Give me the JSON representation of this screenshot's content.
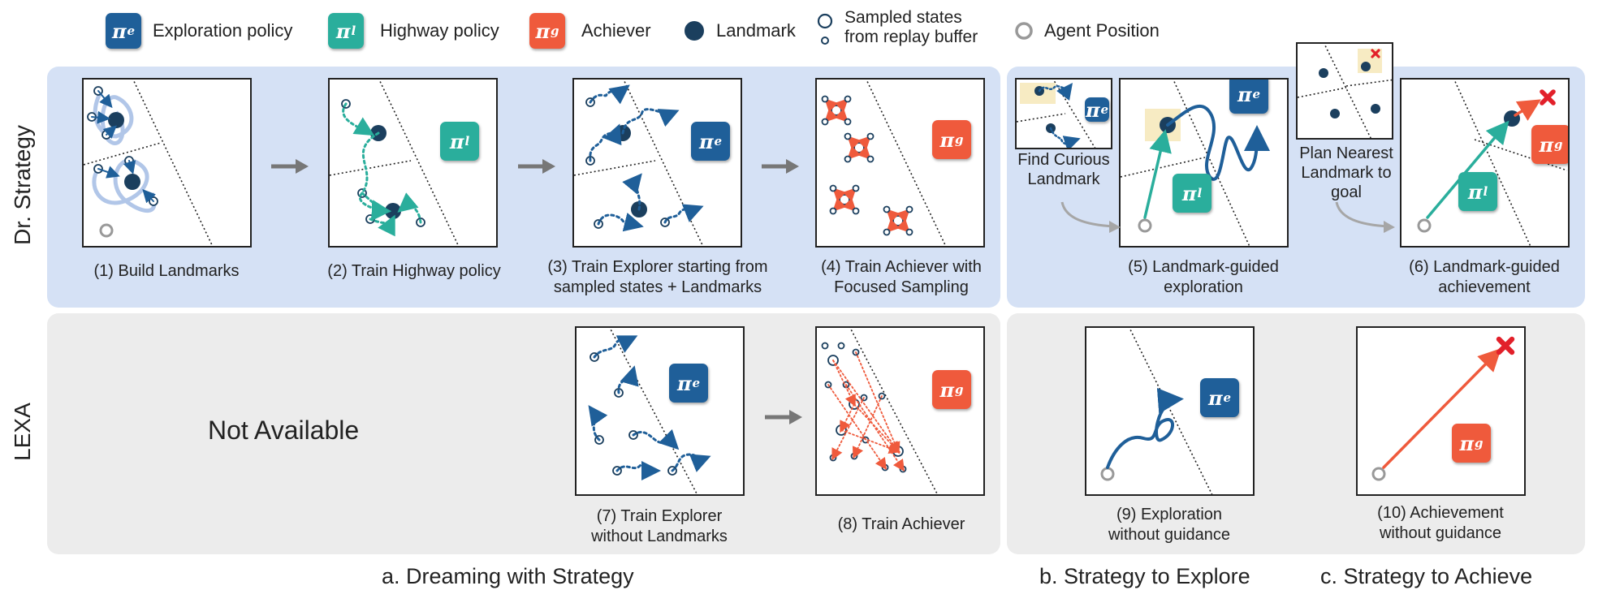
{
  "legend": {
    "exploration_symbol": "π",
    "exploration_sub": "e",
    "exploration_label": "Exploration policy",
    "highway_symbol": "π",
    "highway_sub": "l",
    "highway_label": "Highway policy",
    "achiever_symbol": "π",
    "achiever_sub": "g",
    "achiever_label": "Achiever",
    "landmark_label": "Landmark",
    "sampled_line1": "Sampled states",
    "sampled_line2": "from replay buffer",
    "agent_label": "Agent Position"
  },
  "rows": {
    "top": "Dr. Strategy",
    "bottom": "LEXA"
  },
  "captions": {
    "c1": "(1) Build Landmarks",
    "c2": "(2) Train Highway policy",
    "c3_line1": "(3) Train Explorer starting from",
    "c3_line2": "sampled states + Landmarks",
    "c4_line1": "(4) Train Achiever with",
    "c4_line2": "Focused Sampling",
    "c5_line1": "(5) Landmark-guided",
    "c5_line2": "exploration",
    "c6_line1": "(6) Landmark-guided",
    "c6_line2": "achievement",
    "c7_line1": "(7) Train Explorer",
    "c7_line2": "without Landmarks",
    "c8": "(8) Train Achiever",
    "c9_line1": "(9) Exploration",
    "c9_line2": "without guidance",
    "c10_line1": "(10) Achievement",
    "c10_line2": "without guidance",
    "find_line1": "Find Curious",
    "find_line2": "Landmark",
    "plan_line1": "Plan Nearest",
    "plan_line2": "Landmark to",
    "plan_line3": "goal"
  },
  "not_available": "Not Available",
  "sections": {
    "a": "a. Dreaming with Strategy",
    "b": "b. Strategy to Explore",
    "c": "c. Strategy to Achieve"
  },
  "colors": {
    "explorer": "#1f5f99",
    "highway": "#2aae9c",
    "achiever": "#ef5a3c",
    "landmark": "#1b3f5e",
    "panel_blue": "#d5e1f5",
    "panel_gray": "#ececec"
  }
}
